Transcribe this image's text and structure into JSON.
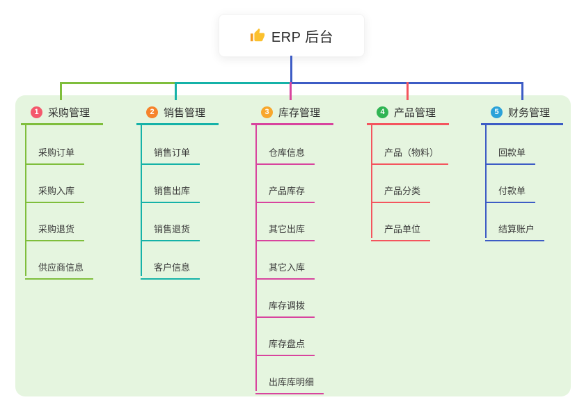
{
  "root": {
    "title": "ERP 后台",
    "icon": "thumbs-up-icon"
  },
  "connector": {
    "root_stub_color": "#3d5cc5"
  },
  "branches": [
    {
      "num": "1",
      "label": "采购管理",
      "badge_color": "#f4586c",
      "line_color": "#7fbe3c",
      "children": [
        "采购订单",
        "采购入库",
        "采购退货",
        "供应商信息"
      ]
    },
    {
      "num": "2",
      "label": "销售管理",
      "badge_color": "#f6832c",
      "line_color": "#15b2a8",
      "children": [
        "销售订单",
        "销售出库",
        "销售退货",
        "客户信息"
      ]
    },
    {
      "num": "3",
      "label": "库存管理",
      "badge_color": "#f8a72c",
      "line_color": "#d8449e",
      "children": [
        "仓库信息",
        "产品库存",
        "其它出库",
        "其它入库",
        "库存调拨",
        "库存盘点",
        "出库库明细"
      ]
    },
    {
      "num": "4",
      "label": "产品管理",
      "badge_color": "#30b453",
      "line_color": "#f4555e",
      "children": [
        "产品（物料）",
        "产品分类",
        "产品单位"
      ]
    },
    {
      "num": "5",
      "label": "财务管理",
      "badge_color": "#2ba2d9",
      "line_color": "#3d5cc5",
      "children": [
        "回款单",
        "付款单",
        "结算账户"
      ]
    }
  ]
}
